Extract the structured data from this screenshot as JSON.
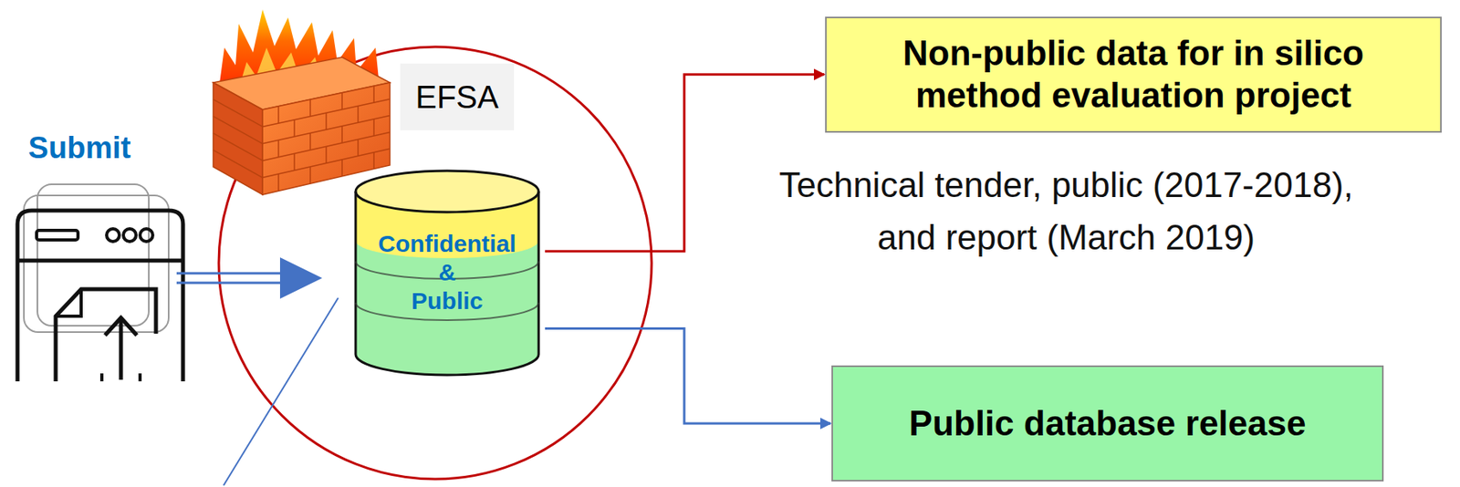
{
  "diagram": {
    "nodes": [
      {
        "text": [
          "EFSA"
        ]
      },
      {
        "text": [
          "Non-public data for in silico method evaluation project"
        ]
      },
      {
        "text": [
          "Confidential & Public"
        ]
      },
      {
        "text": [
          "Public database release"
        ]
      }
    ],
    "edges": [
      {
        "from": 2,
        "to": 1,
        "arrow": "to"
      },
      {
        "from": 2,
        "to": 3,
        "arrow": "to"
      }
    ],
    "labels": [
      "Submit",
      "Technical tender, public (2017-2018), and report (March 2019)"
    ]
  }
}
